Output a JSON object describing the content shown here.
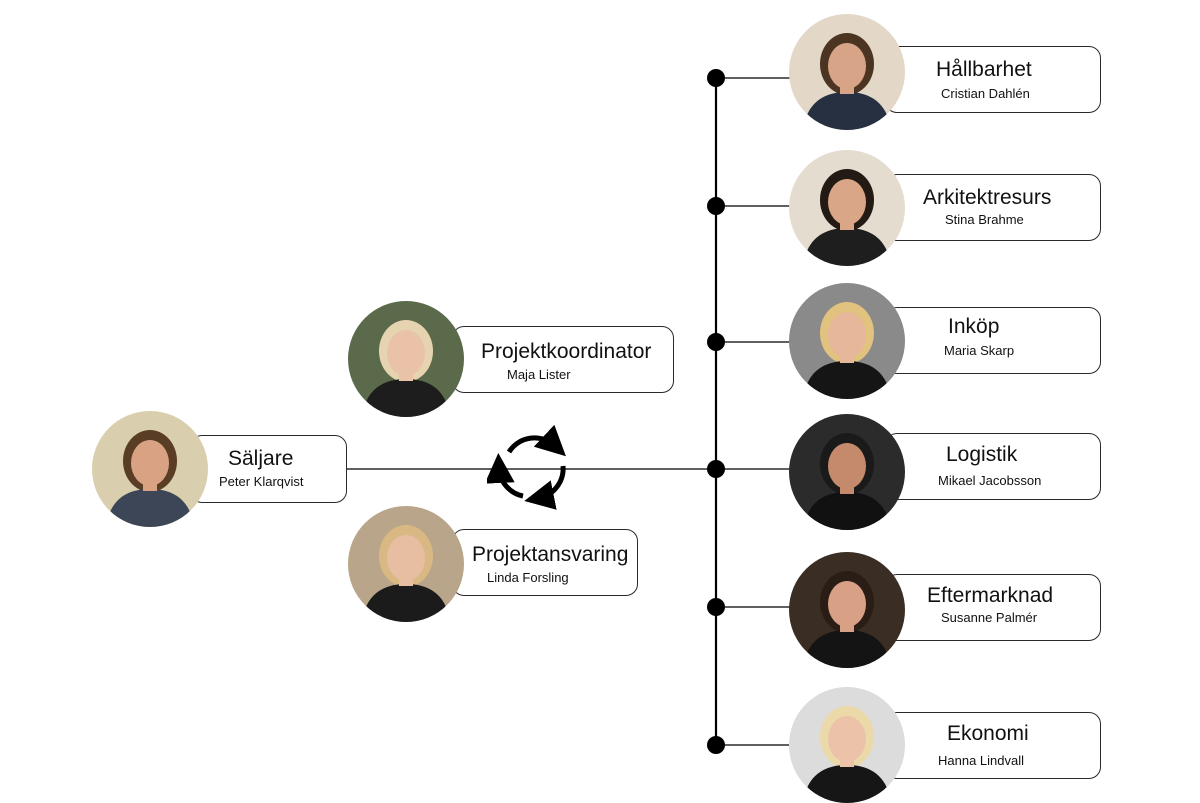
{
  "people": [
    {
      "id": "saljare",
      "role": "Säljare",
      "name": "Peter Klarqvist",
      "colors": {
        "bg": "#d9cfae",
        "hair": "#5a3d25",
        "skin": "#d9a283",
        "cloth": "#3c4656"
      }
    },
    {
      "id": "projektkoordinator",
      "role": "Projektkoordinator",
      "name": "Maja Lister",
      "colors": {
        "bg": "#5b6a4a",
        "hair": "#e6d4b0",
        "skin": "#e9c2a8",
        "cloth": "#1d1d1d"
      }
    },
    {
      "id": "projektansvaring",
      "role": "Projektansvaring",
      "name": "Linda Forsling",
      "colors": {
        "bg": "#b9a58a",
        "hair": "#d9b884",
        "skin": "#e7bea2",
        "cloth": "#1b1b1b"
      }
    },
    {
      "id": "hallbarhet",
      "role": "Hållbarhet",
      "name": "Cristian Dahlén",
      "colors": {
        "bg": "#e3d8c8",
        "hair": "#4b3522",
        "skin": "#d8a487",
        "cloth": "#273040"
      }
    },
    {
      "id": "arkitektresurs",
      "role": "Arkitektresurs",
      "name": "Stina Brahme",
      "colors": {
        "bg": "#e5dcd0",
        "hair": "#231a14",
        "skin": "#d9a688",
        "cloth": "#1e1e1e"
      }
    },
    {
      "id": "inkop",
      "role": "Inköp",
      "name": "Maria Skarp",
      "colors": {
        "bg": "#8a8a8a",
        "hair": "#e1c27f",
        "skin": "#e7b79b",
        "cloth": "#151515"
      }
    },
    {
      "id": "logistik",
      "role": "Logistik",
      "name": "Mikael Jacobsson",
      "colors": {
        "bg": "#2b2b2b",
        "hair": "#1a1a1a",
        "skin": "#c58a6b",
        "cloth": "#111111"
      }
    },
    {
      "id": "eftermarknad",
      "role": "Eftermarknad",
      "name": "Susanne Palmér",
      "colors": {
        "bg": "#3a2e24",
        "hair": "#2a1d16",
        "skin": "#d8a185",
        "cloth": "#141414"
      }
    },
    {
      "id": "ekonomi",
      "role": "Ekonomi",
      "name": "Hanna Lindvall",
      "colors": {
        "bg": "#dcdcdc",
        "hair": "#ecd9a9",
        "skin": "#ecc3a8",
        "cloth": "#161616"
      }
    }
  ],
  "styles": {
    "line": "#000000",
    "cardBorder": "#2a2a2a"
  },
  "icons": {
    "cycle": "refresh-cycle-icon"
  }
}
